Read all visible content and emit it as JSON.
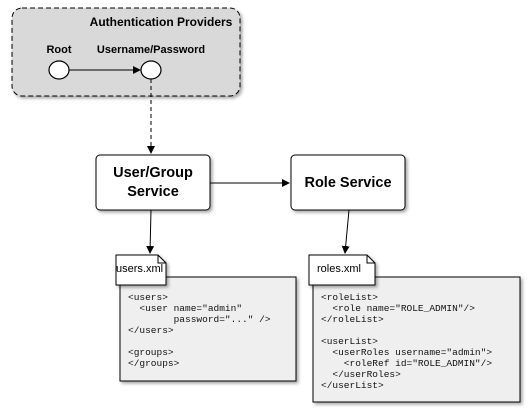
{
  "providers": {
    "title": "Authentication Providers",
    "nodes": {
      "root": "Root",
      "username_password": "Username/Password"
    }
  },
  "services": {
    "user_group": "User/Group\nService",
    "role": "Role Service"
  },
  "files": {
    "users": {
      "name": "users.xml",
      "content": "<users>\n  <user name=\"admin\"\n        password=\"...\" />\n</users>\n\n<groups>\n</groups>"
    },
    "roles": {
      "name": "roles.xml",
      "content": "<roleList>\n  <role name=\"ROLE_ADMIN\"/>\n</roleList>\n\n<userList>\n  <userRoles username=\"admin\">\n    <roleRef id=\"ROLE_ADMIN\"/>\n  </userRoles>\n</userList>"
    }
  },
  "colors": {
    "providers_fill": "#d9d9d9",
    "file_fill": "#efefef",
    "stroke": "#000000"
  }
}
